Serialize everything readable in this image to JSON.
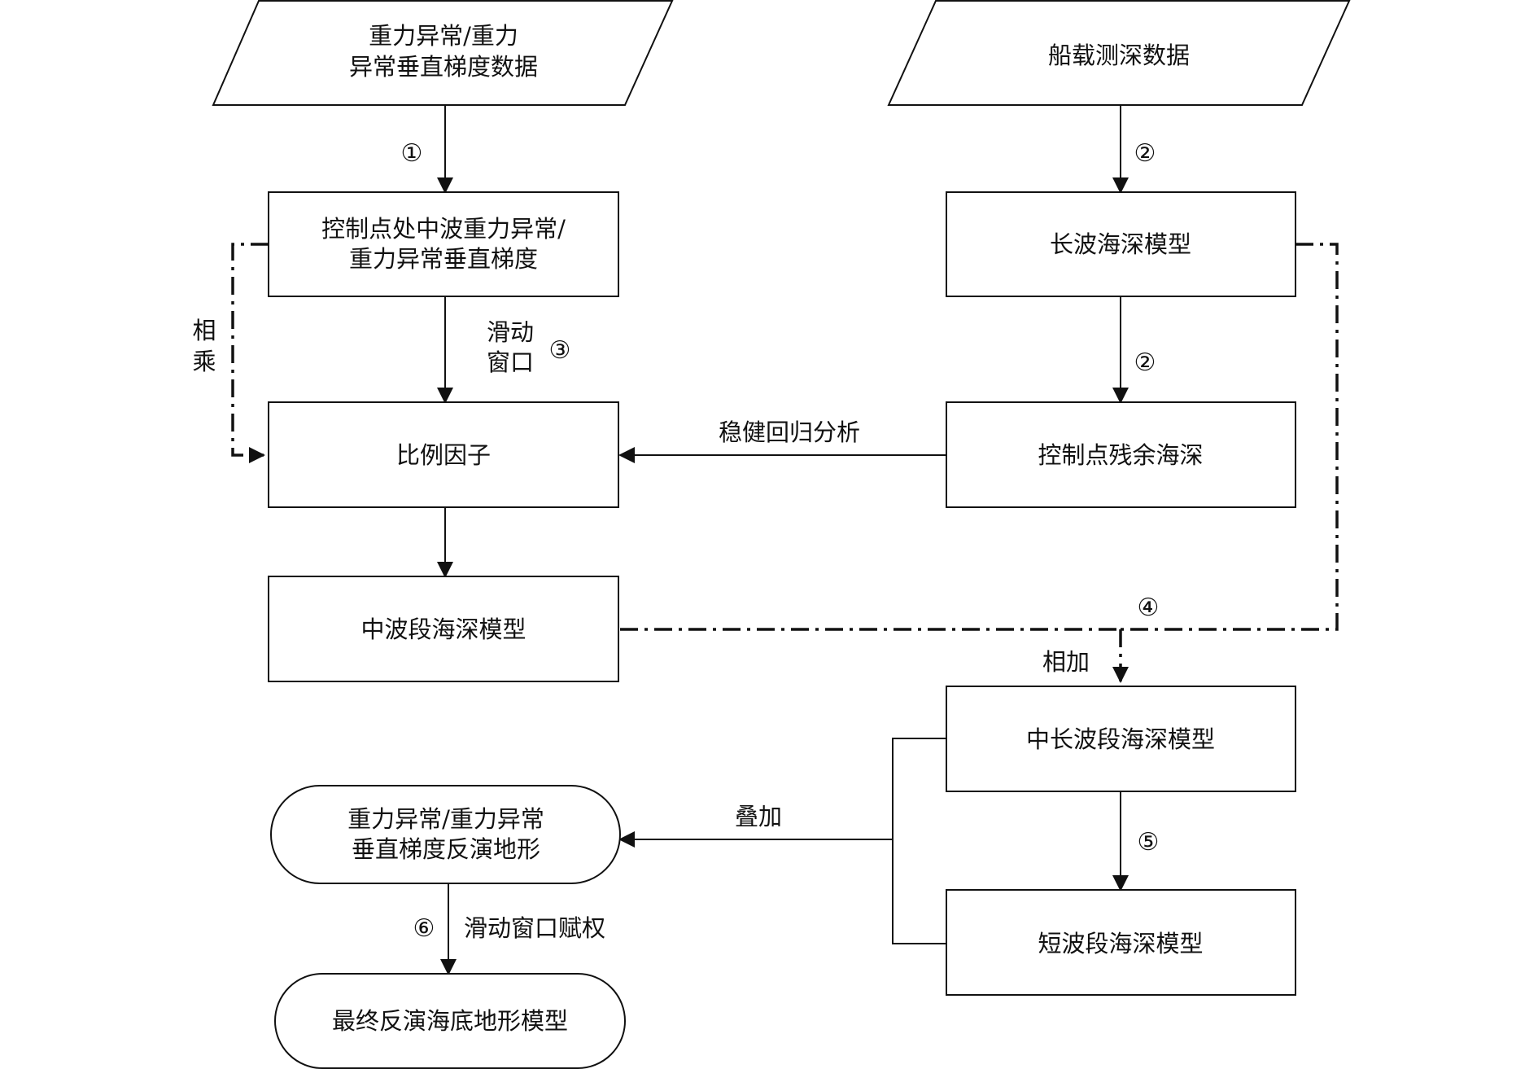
{
  "nodes": {
    "gravity_data": [
      "重力异常/重力",
      "异常垂直梯度数据"
    ],
    "shipborne_data": [
      "船载测深数据"
    ],
    "control_gravity": [
      "控制点处中波重力异常/",
      "重力异常垂直梯度"
    ],
    "long_wave_model": [
      "长波海深模型"
    ],
    "scale_factor": [
      "比例因子"
    ],
    "control_residual": [
      "控制点残余海深"
    ],
    "mid_wave_model": [
      "中波段海深模型"
    ],
    "mid_long_model": [
      "中长波段海深模型"
    ],
    "inversion_terrain": [
      "重力异常/重力异常",
      "垂直梯度反演地形"
    ],
    "short_wave_model": [
      "短波段海深模型"
    ],
    "final_model": [
      "最终反演海底地形模型"
    ]
  },
  "edge_labels": {
    "multiply": [
      "相",
      "乘"
    ],
    "sliding_window": [
      "滑动",
      "窗口"
    ],
    "robust_regression": "稳健回归分析",
    "add": "相加",
    "superpose": "叠加",
    "weighting": "滑动窗口赋权"
  },
  "steps": {
    "s1": "①",
    "s2a": "②",
    "s2b": "②",
    "s3": "③",
    "s4": "④",
    "s5": "⑤",
    "s6": "⑥"
  }
}
